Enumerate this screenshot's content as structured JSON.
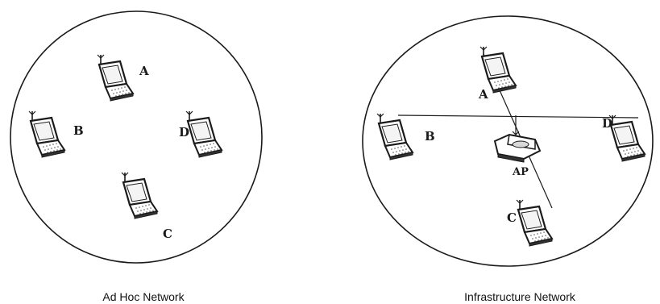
{
  "adhoc": {
    "caption": "Ad Hoc Network",
    "nodes": {
      "a": "A",
      "b": "B",
      "c": "C",
      "d": "D"
    }
  },
  "infra": {
    "caption": "Infrastructure Network",
    "nodes": {
      "a": "A",
      "b": "B",
      "c": "C",
      "d": "D"
    },
    "ap": "AP"
  }
}
